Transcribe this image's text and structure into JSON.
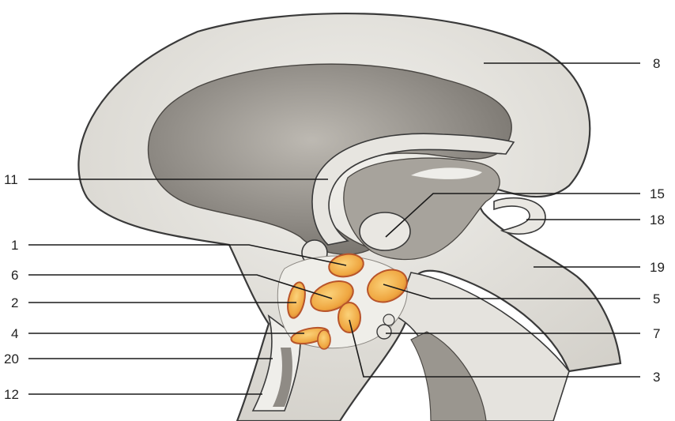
{
  "figure": {
    "labels": [
      {
        "key": "l8",
        "text": "8"
      },
      {
        "key": "l11",
        "text": "11"
      },
      {
        "key": "l15",
        "text": "15"
      },
      {
        "key": "l18",
        "text": "18"
      },
      {
        "key": "l1",
        "text": "1"
      },
      {
        "key": "l19",
        "text": "19"
      },
      {
        "key": "l6",
        "text": "6"
      },
      {
        "key": "l5",
        "text": "5"
      },
      {
        "key": "l2",
        "text": "2"
      },
      {
        "key": "l4",
        "text": "4"
      },
      {
        "key": "l7",
        "text": "7"
      },
      {
        "key": "l20",
        "text": "20"
      },
      {
        "key": "l3",
        "text": "3"
      },
      {
        "key": "l12",
        "text": "12"
      }
    ],
    "colors": {
      "tissue": "#d8d5cf",
      "tissue_light": "#ecebe7",
      "cavity": "#8f8b85",
      "cavity_deep": "#6f6b65",
      "nucleus_fill": "#f0b24a",
      "nucleus_edge": "#b8542a",
      "outline": "#3a3a3a"
    }
  }
}
